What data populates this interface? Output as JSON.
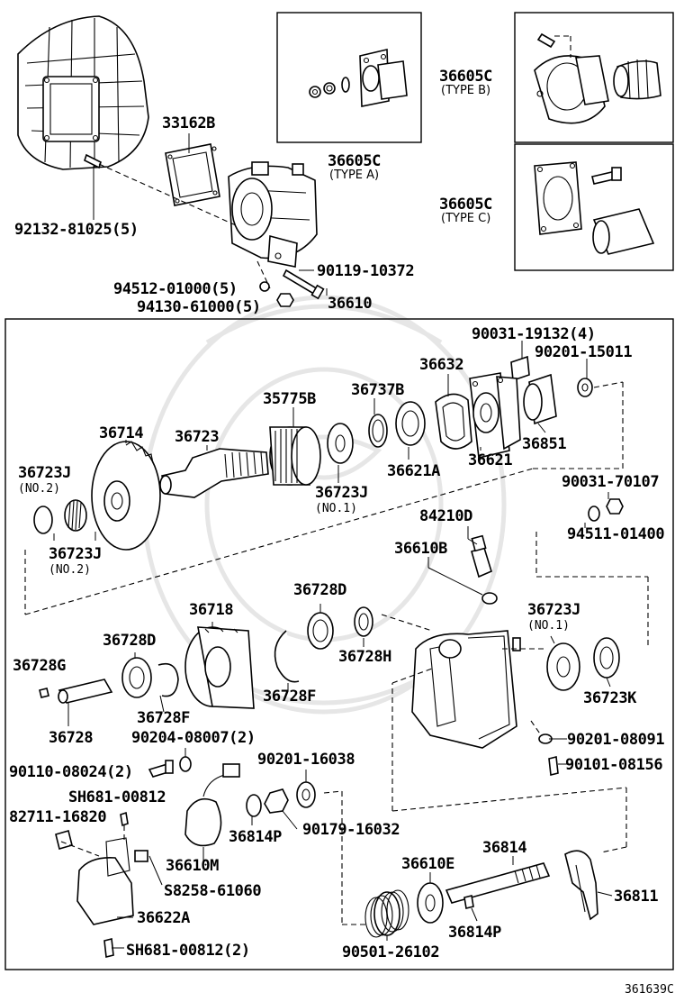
{
  "figure_code": "361639C",
  "callouts": {
    "p92132": "92132-81025(5)",
    "p33162b": "33162B",
    "p94512": "94512-01000(5)",
    "p94130": "94130-61000(5)",
    "p90119": "90119-10372",
    "p36610": "36610",
    "p36605c_a": "36605C",
    "type_a": "(TYPE A)",
    "p36605c_b": "36605C",
    "type_b": "(TYPE B)",
    "p36605c_c": "36605C",
    "type_c": "(TYPE C)",
    "p90031_19132": "90031-19132(4)",
    "p90201_15011": "90201-15011",
    "p36632": "36632",
    "p35775b": "35775B",
    "p36737b": "36737B",
    "p36714": "36714",
    "p36723": "36723",
    "p36621": "36621",
    "p36851": "36851",
    "p36621a": "36621A",
    "p36723j_no1_top": "36723J",
    "no1_top": "(NO.1)",
    "p36723j_left": "36723J",
    "no2_left": "(NO.2)",
    "p36723j_no2": "36723J",
    "no2_bottom": "(NO.2)",
    "p90031_70107": "90031-70107",
    "p94511": "94511-01400",
    "p84210d": "84210D",
    "p36610b": "36610B",
    "p36718": "36718",
    "p36728d_top": "36728D",
    "p36728d_left": "36728D",
    "p36728h": "36728H",
    "p36723j_no1_right": "36723J",
    "no1_right": "(NO.1)",
    "p36728g": "36728G",
    "p36728f_left": "36728F",
    "p36728f_mid": "36728F",
    "p36723k": "36723K",
    "p36728": "36728",
    "p90204": "90204-08007(2)",
    "p90201_08091": "90201-08091",
    "p90201_16038": "90201-16038",
    "p90110": "90110-08024(2)",
    "p90101": "90101-08156",
    "psh681_top": "SH681-00812",
    "p82711": "82711-16820",
    "p36814p_left": "36814P",
    "p90179": "90179-16032",
    "p36610m": "36610M",
    "p36814": "36814",
    "p36610e": "36610E",
    "p36811": "36811",
    "p58258": "S8258-61060",
    "p36622a": "36622A",
    "p36814p_right": "36814P",
    "psh681_bottom": "SH681-00812(2)",
    "p90501": "90501-26102"
  }
}
